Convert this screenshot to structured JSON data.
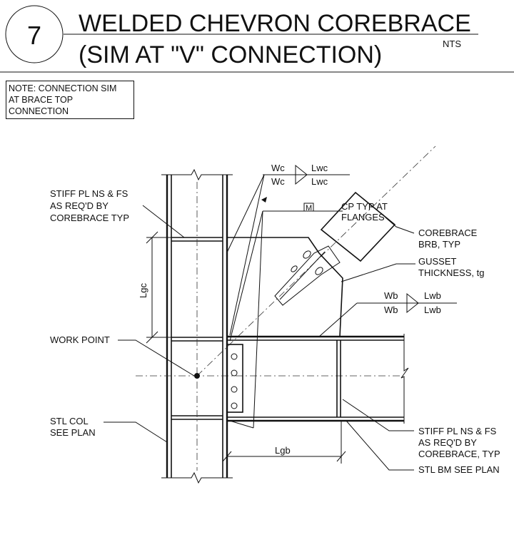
{
  "detail_number": "7",
  "title": {
    "line1": "WELDED CHEVRON COREBRACE",
    "line2": "(SIM AT \"V\" CONNECTION)",
    "scale": "NTS"
  },
  "note": {
    "lines": [
      "NOTE: CONNECTION SIM",
      "AT BRACE TOP",
      "CONNECTION"
    ]
  },
  "labels": {
    "stiff_col": [
      "STIFF PL NS & FS",
      "AS REQ'D BY",
      "COREBRACE TYP"
    ],
    "work_point": "WORK POINT",
    "stl_col": [
      "STL COL",
      "SEE PLAN"
    ],
    "corebrace": [
      "COREBRACE",
      "BRB, TYP"
    ],
    "gusset": [
      "GUSSET",
      "THICKNESS, tg"
    ],
    "stiff_beam": [
      "STIFF PL NS & FS",
      "AS REQ'D BY",
      "COREBRACE, TYP"
    ],
    "stl_bm": "STL BM SEE PLAN",
    "cp": [
      "CP TYP AT",
      "FLANGES"
    ],
    "m_mark": "M"
  },
  "welds": {
    "column": {
      "w_top": "Wc",
      "l_top": "Lwc",
      "w_bot": "Wc",
      "l_bot": "Lwc"
    },
    "beam": {
      "w_top": "Wb",
      "l_top": "Lwb",
      "w_bot": "Wb",
      "l_bot": "Lwb"
    }
  },
  "dimensions": {
    "gusset_column": "Lgc",
    "gusset_beam": "Lgb"
  }
}
